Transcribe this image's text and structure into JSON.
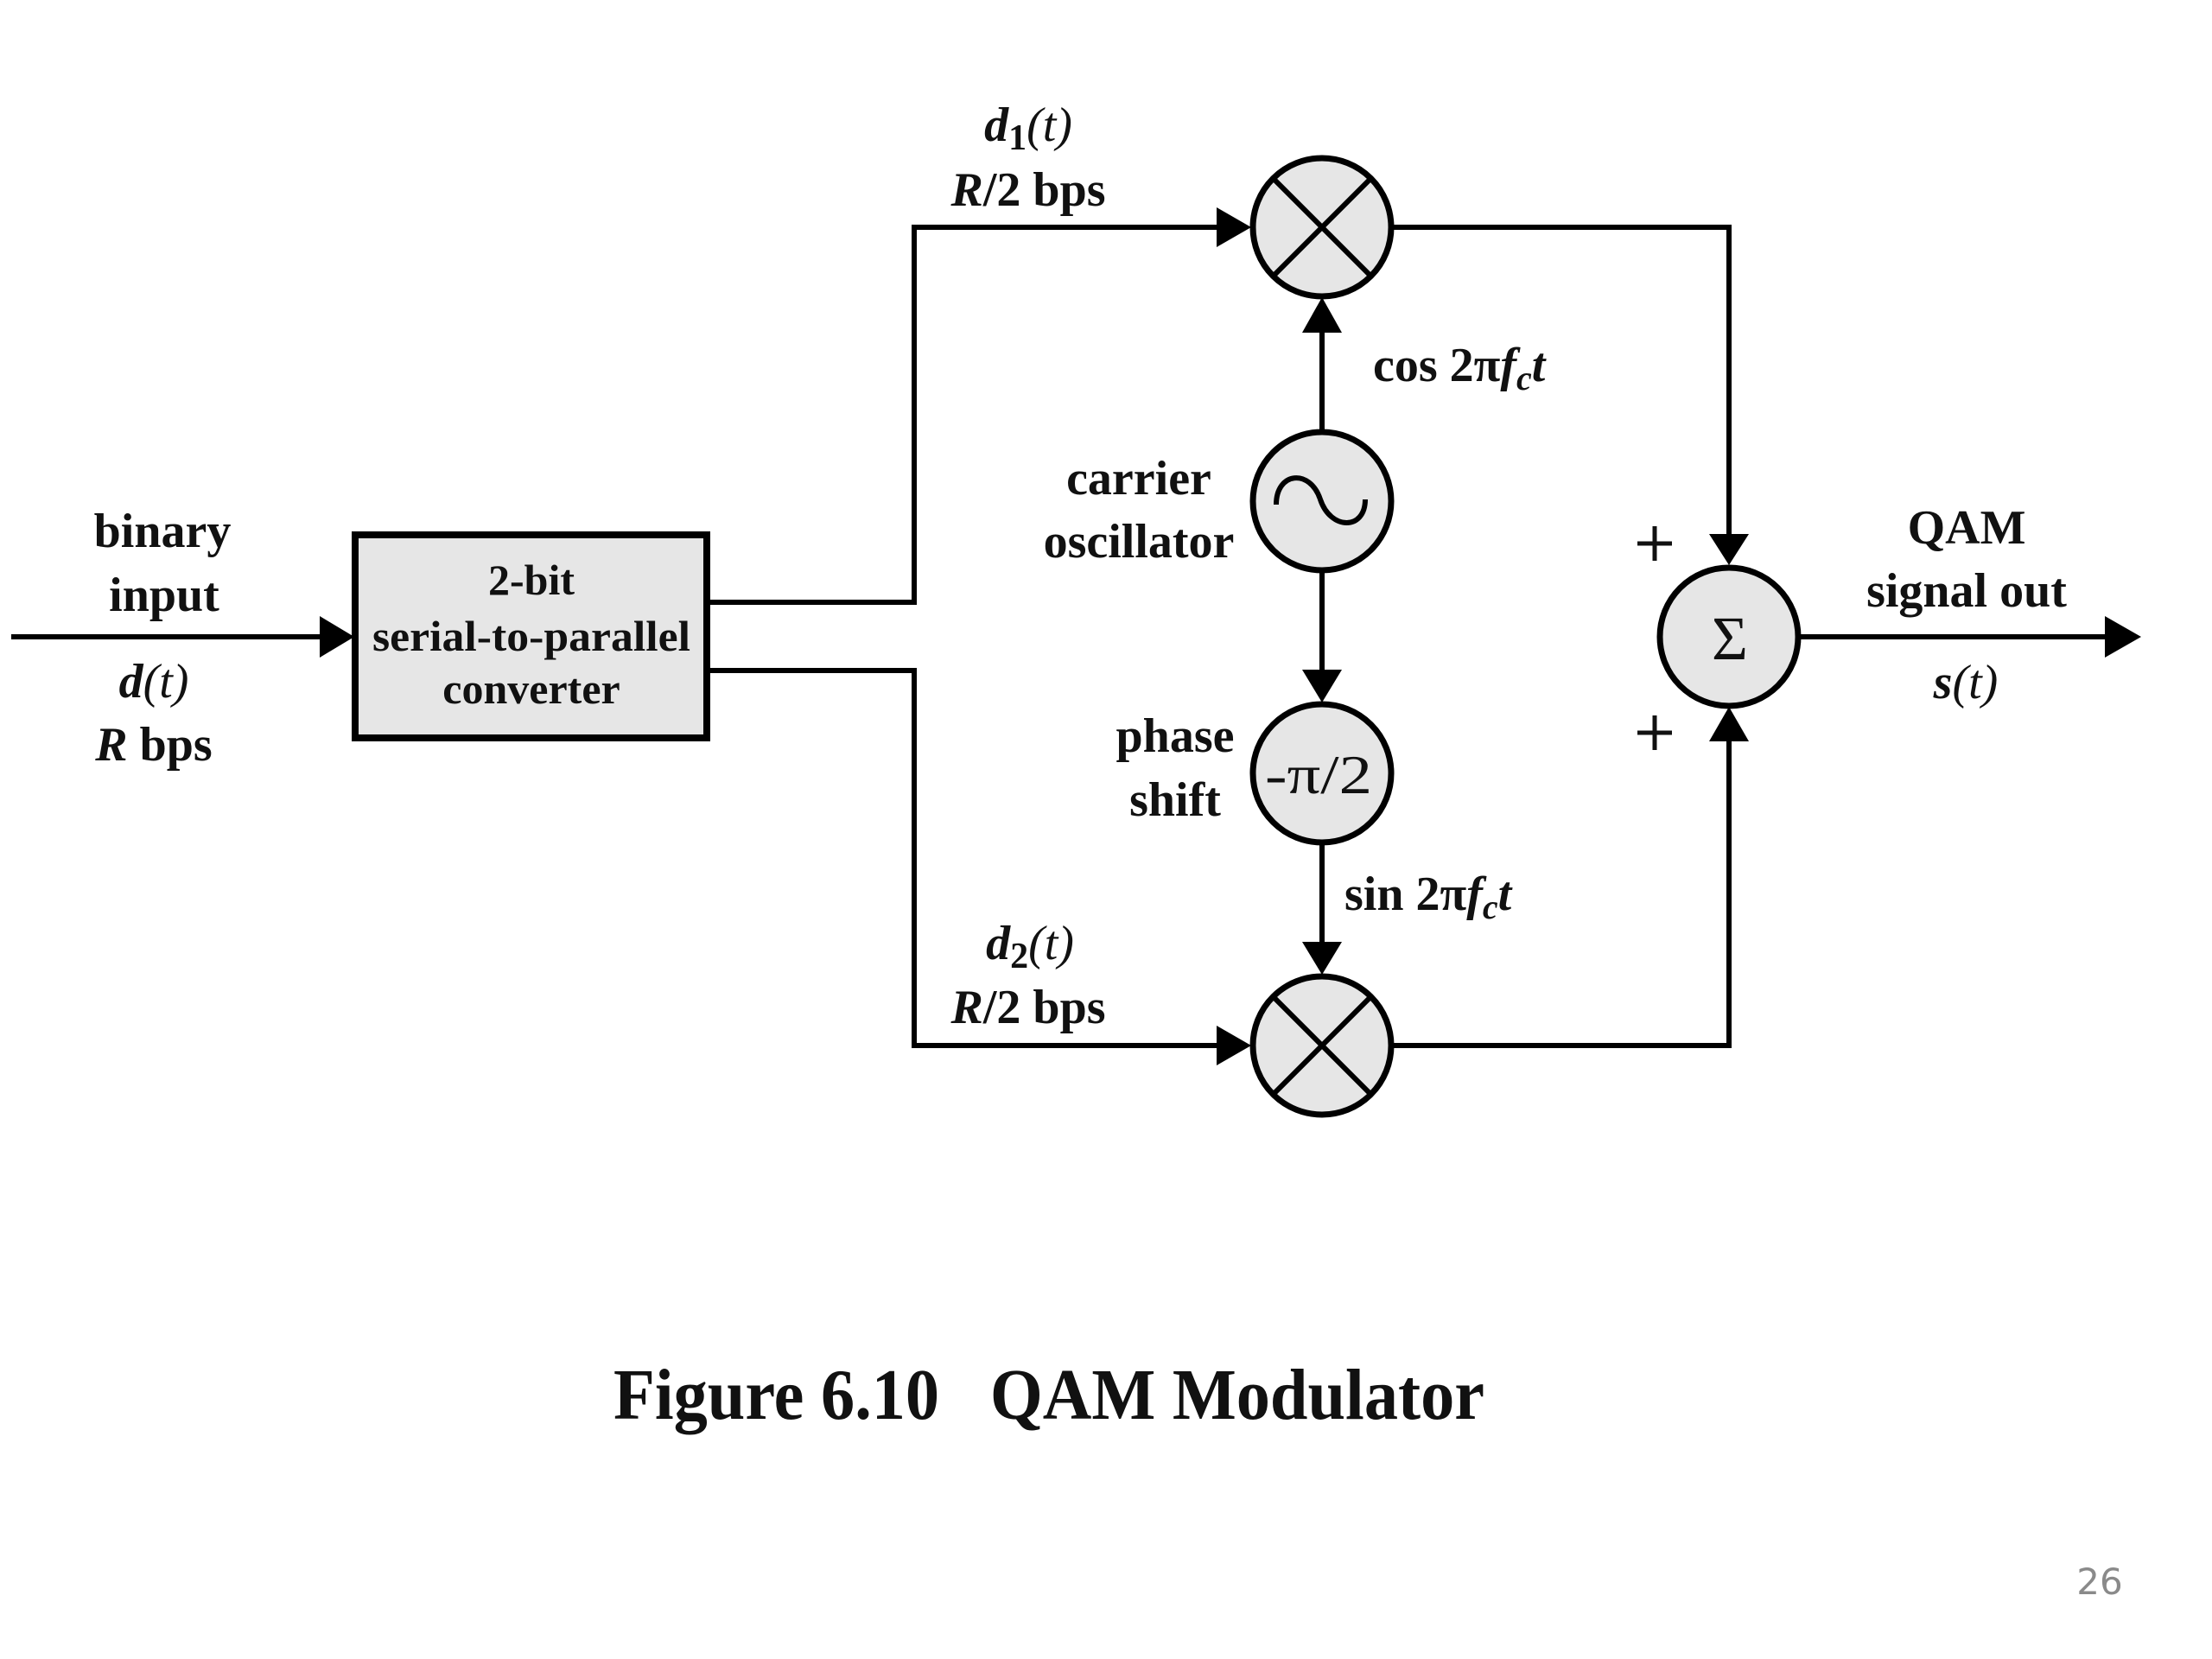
{
  "figure": {
    "caption_number": "Figure 6.10",
    "caption_title": "QAM Modulator",
    "page_number": "26"
  },
  "input": {
    "label_line1": "binary",
    "label_line2": "input",
    "signal_var": "d",
    "signal_arg": "(t)",
    "rate_var": "R",
    "rate_unit": " bps"
  },
  "converter": {
    "line1": "2-bit",
    "line2": "serial-to-parallel",
    "line3": "converter"
  },
  "branch_top": {
    "signal_var": "d",
    "signal_sub": "1",
    "signal_arg": "(t)",
    "rate_var": "R",
    "rate_unit": "/2 bps"
  },
  "branch_bottom": {
    "signal_var": "d",
    "signal_sub": "2",
    "signal_arg": "(t)",
    "rate_var": "R",
    "rate_unit": "/2 bps"
  },
  "oscillator": {
    "label_line1": "carrier",
    "label_line2": "oscillator",
    "icon": "sine-wave-icon"
  },
  "phase_shift": {
    "label_line1": "phase",
    "label_line2": "shift",
    "value": "-π/2"
  },
  "carrier_cos": {
    "prefix": "cos 2π",
    "f": "f",
    "sub": "c",
    "t": "t"
  },
  "carrier_sin": {
    "prefix": "sin 2π",
    "f": "f",
    "sub": "c",
    "t": "t"
  },
  "multiplier": {
    "icon": "multiply-cross-icon"
  },
  "summer": {
    "symbol": "Σ",
    "sign_top": "+",
    "sign_bottom": "+"
  },
  "output": {
    "label_line1": "QAM",
    "label_line2": "signal out",
    "signal_var": "s",
    "signal_arg": "(t)"
  },
  "colors": {
    "line": "#000000",
    "node_fill": "#e6e6e6",
    "text": "#111111",
    "page_number": "#8a8a8a"
  }
}
